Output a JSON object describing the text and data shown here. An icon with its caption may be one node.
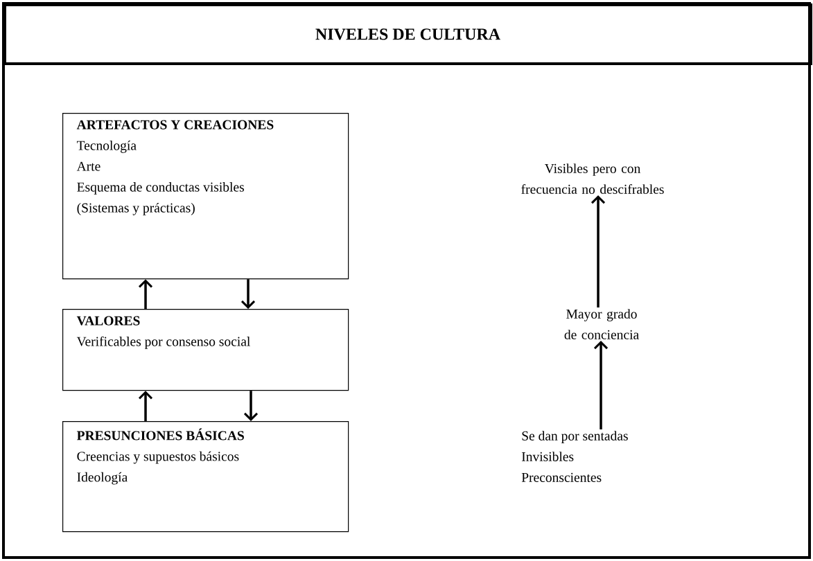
{
  "diagram": {
    "nodes": [
      {
        "text": [
          "NIVELES DE CULTURA"
        ]
      },
      {
        "text": [
          "ARTEFACTOS Y CREACIONES",
          "Tecnología",
          "Arte",
          "Esquema de conductas visibles",
          "(Sistemas y prácticas)"
        ]
      },
      {
        "text": [
          "VALORES",
          "Verificables por consenso social"
        ]
      },
      {
        "text": [
          "PRESUNCIONES BÁSICAS",
          "Creencias y supuestos básicos",
          "Ideología"
        ]
      },
      {
        "text": [
          "Visibles pero con frecuencia no descifrables"
        ]
      },
      {
        "text": [
          "Mayor grado de conciencia"
        ]
      },
      {
        "text": [
          "Se dan por sentadas",
          "Invisibles",
          "Preconscientes"
        ]
      }
    ],
    "edges": [
      {
        "from": 2,
        "to": 1,
        "arrow": "to"
      },
      {
        "from": 1,
        "to": 2,
        "arrow": "to"
      },
      {
        "from": 3,
        "to": 2,
        "arrow": "to"
      },
      {
        "from": 2,
        "to": 3,
        "arrow": "to"
      },
      {
        "from": 5,
        "to": 4,
        "arrow": "to"
      },
      {
        "from": 6,
        "to": 5,
        "arrow": "to"
      }
    ]
  }
}
